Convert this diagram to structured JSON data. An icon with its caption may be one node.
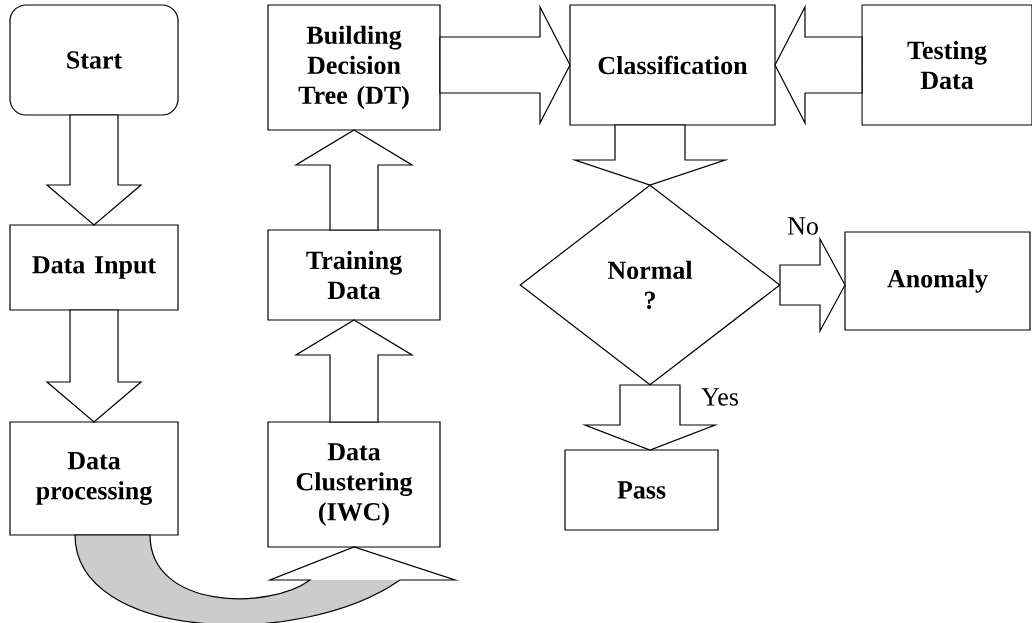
{
  "diagram": {
    "nodes": [
      {
        "text": [
          "Start"
        ]
      },
      {
        "text": [
          "Data Input"
        ]
      },
      {
        "text": [
          "Data processing"
        ]
      },
      {
        "text": [
          "Data Clustering (IWC)"
        ]
      },
      {
        "text": [
          "Training Data"
        ]
      },
      {
        "text": [
          "Building Decision Tree (DT)"
        ]
      },
      {
        "text": [
          "Classification"
        ]
      },
      {
        "text": [
          "Testing Data"
        ]
      },
      {
        "text": [
          "Normal ?"
        ]
      },
      {
        "text": [
          "Anomaly"
        ]
      },
      {
        "text": [
          "Pass"
        ]
      }
    ],
    "edges": [
      {
        "from": 0,
        "to": 1,
        "arrow": "to"
      },
      {
        "from": 1,
        "to": 2,
        "arrow": "to"
      },
      {
        "from": 2,
        "to": 3,
        "arrow": "to"
      },
      {
        "from": 3,
        "to": 4,
        "arrow": "to"
      },
      {
        "from": 4,
        "to": 5,
        "arrow": "to"
      },
      {
        "from": 5,
        "to": 6,
        "arrow": "to"
      },
      {
        "from": 7,
        "to": 6,
        "arrow": "to"
      },
      {
        "from": 6,
        "to": 8,
        "arrow": "to"
      },
      {
        "from": 8,
        "to": 9,
        "arrow": "to",
        "label": "No"
      },
      {
        "from": 8,
        "to": 10,
        "arrow": "to",
        "label": "Yes"
      }
    ]
  }
}
